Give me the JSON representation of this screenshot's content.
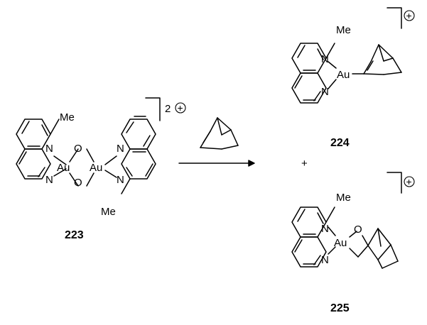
{
  "compounds": {
    "c223": {
      "number": "223",
      "me": "Me",
      "n1": "N",
      "n2": "N",
      "n3": "N",
      "n4": "N",
      "au1": "Au",
      "au2": "Au",
      "o1": "O",
      "o2": "O",
      "charge": "2",
      "charge_sign": "+"
    },
    "c224": {
      "number": "224",
      "me": "Me",
      "n1": "N",
      "n2": "N",
      "au": "Au",
      "charge_sign": "+"
    },
    "c225": {
      "number": "225",
      "me": "Me",
      "n1": "N",
      "n2": "N",
      "au": "Au",
      "o": "O",
      "charge_sign": "+"
    }
  },
  "plus_sign": "+",
  "reagent": {
    "name": "norbornene-icon"
  }
}
